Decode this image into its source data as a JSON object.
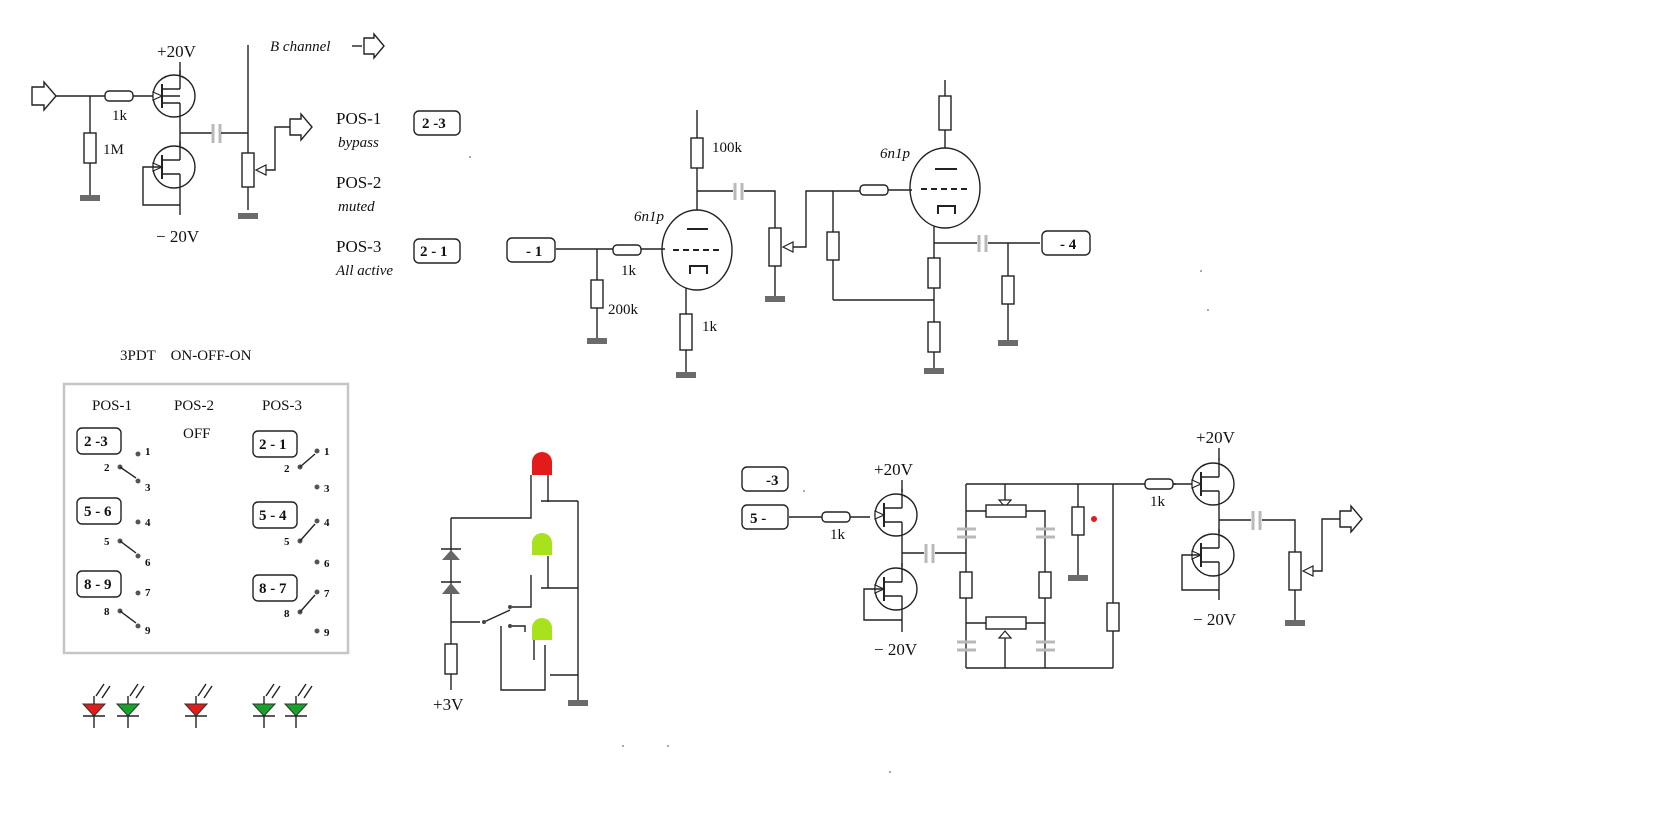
{
  "input_stage": {
    "supply_pos": "+20V",
    "supply_neg": "− 20V",
    "r_series": "1k",
    "r_shunt": "1M",
    "b_channel": "B channel"
  },
  "positions": {
    "pos1": "POS-1",
    "pos1_desc": "bypass",
    "pos1_tag": "2 -3",
    "pos2": "POS-2",
    "pos2_desc": "muted",
    "pos3": "POS-3",
    "pos3_desc": "All active",
    "pos3_tag": "2 - 1"
  },
  "tube_stage": {
    "tag_in": "- 1",
    "tag_out": "- 4",
    "tube1": "6n1p",
    "tube2": "6n1p",
    "r_grid": "1k",
    "r_leak": "200k",
    "r_plate": "100k",
    "r_cathode": "1k"
  },
  "switch_table": {
    "title": "3PDT    ON-OFF-ON",
    "col1": "POS-1",
    "col2": "POS-2",
    "col3": "POS-3",
    "off": "OFF",
    "left_tags": [
      "2 -3",
      "5 - 6",
      "8 - 9"
    ],
    "right_tags": [
      "2 - 1",
      "5 - 4",
      "8 - 7"
    ],
    "pins": [
      "1",
      "2",
      "3",
      "4",
      "5",
      "6",
      "7",
      "8",
      "9"
    ]
  },
  "led_circuit": {
    "supply": "+3V"
  },
  "output_stage": {
    "tag_a": "-3",
    "tag_b": "5 -",
    "r1": "1k",
    "r2": "1k",
    "pos_supply_1": "+20V",
    "neg_supply_1": "− 20V",
    "pos_supply_2": "+20V",
    "neg_supply_2": "− 20V"
  },
  "colors": {
    "led_red": "#e31b1b",
    "led_green": "#a8e21d",
    "diode_green": "#16a32b",
    "cap_grey": "#b9b9b9",
    "ground": "#6b6b6b"
  }
}
